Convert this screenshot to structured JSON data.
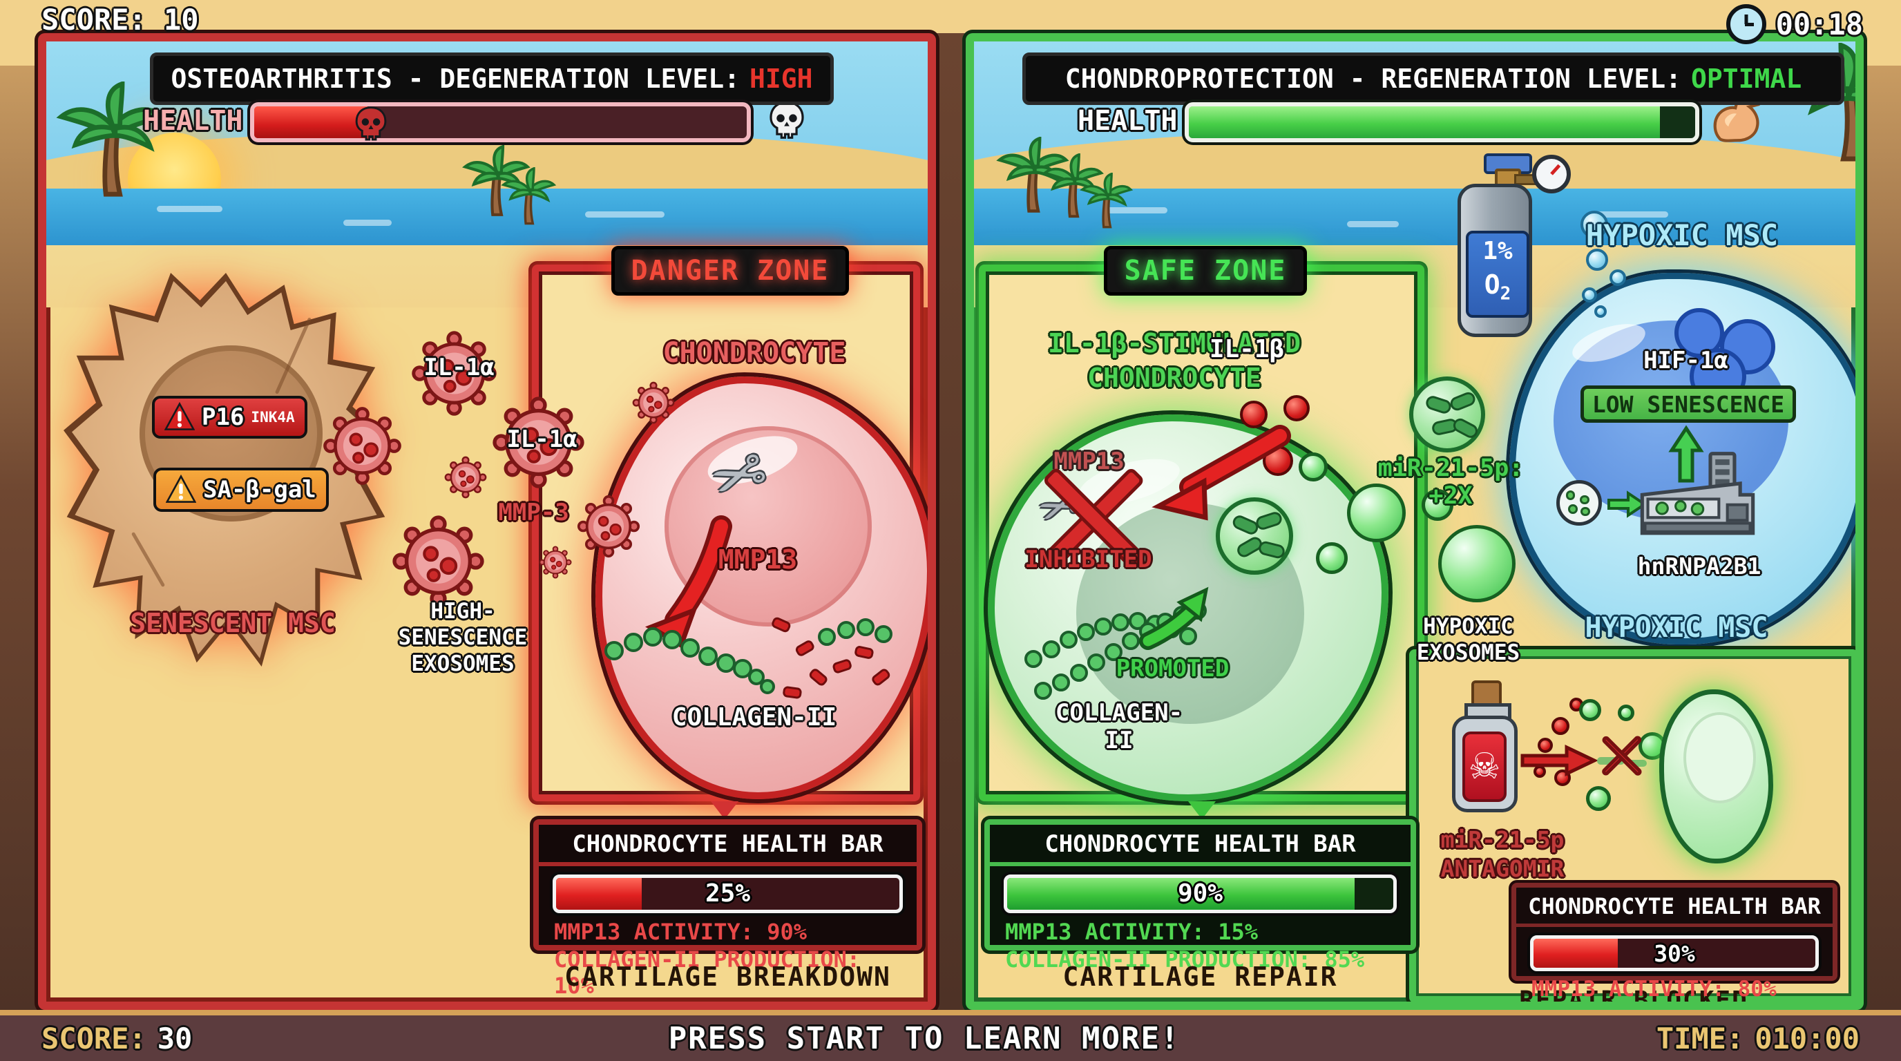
{
  "hud": {
    "score_top": "SCORE: 10",
    "time_top": "00:18",
    "bottom": {
      "score_label": "SCORE:",
      "score_value": "30",
      "press_start": "PRESS START TO LEARN MORE!",
      "time_label": "TIME:",
      "time_value": "010:00"
    }
  },
  "colors": {
    "danger_red": "#d23232",
    "safe_green": "#3ec43e",
    "hud_gold": "#eac672",
    "hypoxic_blue": "#a8e6f6"
  },
  "left_panel": {
    "title": "OSTEOARTHRITIS - DEGENERATION LEVEL:",
    "level": "HIGH",
    "health_label": "HEALTH",
    "health_percent": 23,
    "zone": "DANGER ZONE",
    "chondrocyte_label": "CHONDROCYTE",
    "mmp13_label": "MMP13",
    "collagen_label": "COLLAGEN-II",
    "msc_label": "SENESCENT MSC",
    "marker1_base": "P16",
    "marker1_sup": "INK4A",
    "marker2": "SA-β-gal",
    "cytokine_a": "IL-1α",
    "cytokine_b": "IL-1α",
    "cytokine_c": "MMP-3",
    "exosome_lines": [
      "HIGH-",
      "SENESCENCE",
      "EXOSOMES"
    ],
    "stats": {
      "title": "CHONDROCYTE HEALTH BAR",
      "percent_text": "25%",
      "percent": 25,
      "line1": "MMP13 ACTIVITY: 90%",
      "line2": "COLLAGEN-II PRODUCTION: 10%",
      "caption": "CARTILAGE BREAKDOWN"
    }
  },
  "right_panel": {
    "title": "CHONDROPROTECTION - REGENERATION LEVEL:",
    "level": "OPTIMAL",
    "health_label": "HEALTH",
    "health_percent": 93,
    "zone": "SAFE ZONE",
    "chondrocyte_lines": [
      "IL-1β-STIMULATED",
      "CHONDROCYTE"
    ],
    "il1b_label": "IL-1β",
    "mmp13_label": "MMP13",
    "inhibited_label": "INHIBITED",
    "promoted_label": "PROMOTED",
    "collagen_label": "COLLAGEN-II",
    "mir_label": "miR-21-5p: +2X",
    "hypoxic_exosome_lines": [
      "HYPOXIC",
      "EXOSOMES"
    ],
    "o2_line1": "1%",
    "o2_base": "O",
    "o2_sub": "2",
    "hypoxic_msc_top": "HYPOXIC MSC",
    "hif_label": "HIF-1α",
    "senescence_badge": "LOW SENESCENCE",
    "hnrnp_label": "hnRNPA2B1",
    "hypoxic_msc_bottom": "HYPOXIC MSC",
    "stats": {
      "title": "CHONDROCYTE HEALTH BAR",
      "percent_text": "90%",
      "percent": 90,
      "line1": "MMP13 ACTIVITY: 15%",
      "line2": "COLLAGEN-II PRODUCTION: 85%",
      "caption": "CARTILAGE REPAIR"
    },
    "antagomir": {
      "label_lines": [
        "miR-21-5p",
        "ANTAGOMIR"
      ],
      "stats": {
        "title": "CHONDROCYTE HEALTH BAR",
        "percent_text": "30%",
        "percent": 30,
        "line1": "MMP13 ACTIVITY: 80%",
        "caption": "REPAIR BLOCKED"
      }
    }
  }
}
